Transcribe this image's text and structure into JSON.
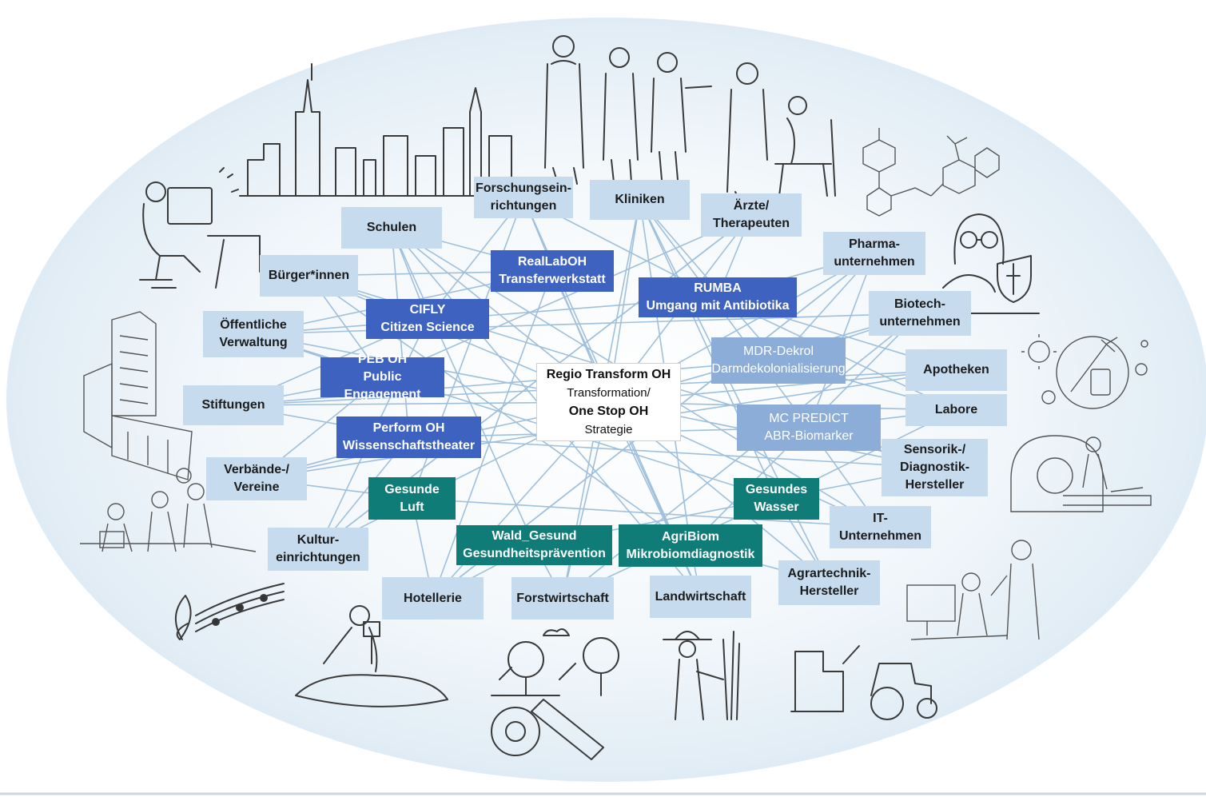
{
  "center": {
    "line1": "Regio Transform OH",
    "line2": "Transformation/",
    "line3": "One Stop OH",
    "line4": "Strategie"
  },
  "stakeholders": {
    "forschung": "Forschungsein-\nrichtungen",
    "kliniken": "Kliniken",
    "aerzte": "Ärzte/\nTherapeuten",
    "schulen": "Schulen",
    "buerger": "Bürger*innen",
    "verwaltung": "Öffentliche\nVerwaltung",
    "stiftungen": "Stiftungen",
    "verbaende": "Verbände-/\nVereine",
    "kultur": "Kultur-\neinrichtungen",
    "hotellerie": "Hotellerie",
    "forstwirtschaft": "Forstwirtschaft",
    "landwirtschaft": "Landwirtschaft",
    "agrartechnik": "Agrartechnik-\nHersteller",
    "it": "IT-Unternehmen",
    "sensorik": "Sensorik-/\nDiagnostik-\nHersteller",
    "labore": "Labore",
    "apotheken": "Apotheken",
    "biotech": "Biotech-\nunternehmen",
    "pharma": "Pharma-\nunternehmen"
  },
  "projects": {
    "reallab": "RealLabOH\nTransferwerkstatt",
    "rumba": "RUMBA\nUmgang mit Antibiotika",
    "cifly": "CIFLY\nCitizen Science",
    "peb": "PEB OH\nPublic Engagement",
    "perform": "Perform OH\nWissenschaftstheater",
    "mdr": "MDR-Dekrol\nDarmdekolonialisierung",
    "mcpredict": "MC PREDICT\nABR-Biomarker",
    "luft": "Gesunde\nLuft",
    "wasser": "Gesundes\nWasser",
    "wald": "Wald_Gesund\nGesundheitsprävention",
    "agribiom": "AgriBiom\nMikrobiomdiagnostik"
  },
  "colors": {
    "stakeholder_box": "#c7dbef",
    "project_dark_blue": "#3e62c0",
    "project_light_blue": "#8cadd8",
    "project_teal": "#0f7c78",
    "connection_lines": "#9ec0dc",
    "ellipse_background": "#e6f0f7"
  },
  "icons": [
    "city-skyline-icon",
    "doctors-group-icon",
    "doctor-patient-icon",
    "computer-user-icon",
    "chemical-structure-icon",
    "scientist-icon",
    "office-buildings-icon",
    "virus-syringe-icon",
    "meeting-group-icon",
    "mri-scanner-icon",
    "music-notes-icon",
    "business-meeting-icon",
    "housekeeper-icon",
    "forestry-icon",
    "farmer-icon",
    "tractor-icon"
  ]
}
